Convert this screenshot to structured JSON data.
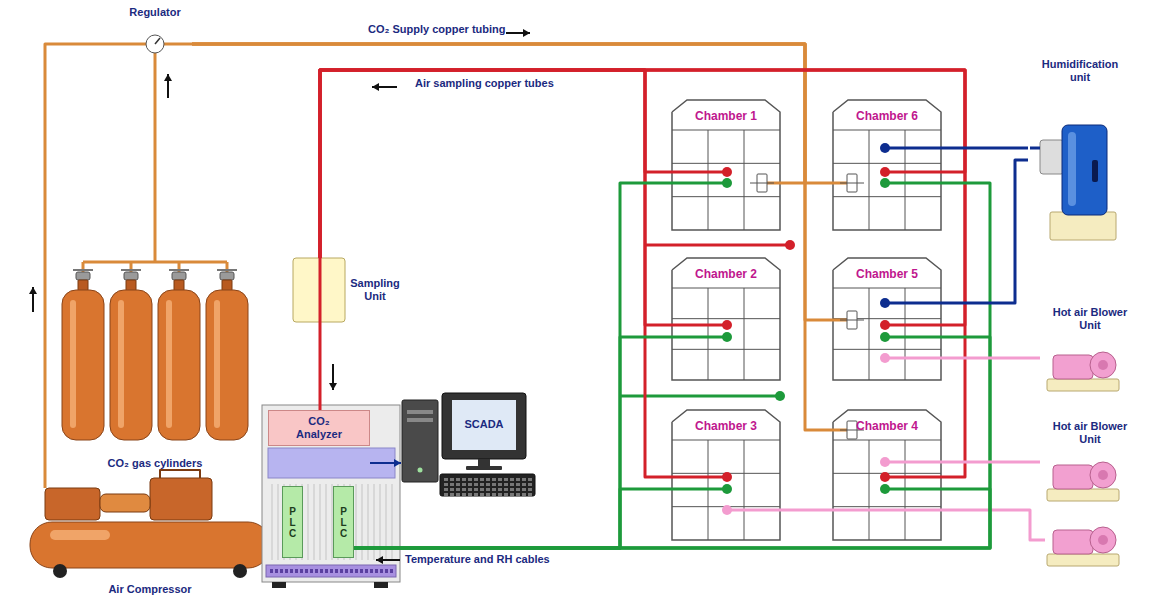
{
  "diagram": {
    "nodes": [
      {
        "text": [
          "Regulator"
        ]
      },
      {
        "text": [
          "Sampling Unit"
        ]
      },
      {
        "text": [
          "CO₂ gas cylinders"
        ]
      },
      {
        "text": [
          "CO₂ Analyzer"
        ]
      },
      {
        "text": [
          "PLC"
        ]
      },
      {
        "text": [
          "PLC"
        ]
      },
      {
        "text": [
          "SCADA"
        ]
      },
      {
        "text": [
          "Air Compressor"
        ]
      },
      {
        "text": [
          "Chamber 1"
        ]
      },
      {
        "text": [
          "Chamber 6"
        ]
      },
      {
        "text": [
          "Chamber 2"
        ]
      },
      {
        "text": [
          "Chamber 5"
        ]
      },
      {
        "text": [
          "Chamber 3"
        ]
      },
      {
        "text": [
          "Chamber 4"
        ]
      },
      {
        "text": [
          "Humidification unit"
        ]
      },
      {
        "text": [
          "Hot air Blower Unit"
        ]
      },
      {
        "text": [
          "Hot air Blower Unit"
        ]
      }
    ],
    "edges": [
      {
        "from": 2,
        "to": 0,
        "arrow": "none"
      },
      {
        "from": 7,
        "to": 0,
        "arrow": "none"
      },
      {
        "from": 0,
        "to": 8,
        "arrow": "none"
      },
      {
        "from": 0,
        "to": 9,
        "arrow": "none"
      },
      {
        "from": 0,
        "to": 11,
        "arrow": "none"
      },
      {
        "from": 0,
        "to": 13,
        "arrow": "none"
      },
      {
        "from": 8,
        "to": 1,
        "arrow": "none"
      },
      {
        "from": 9,
        "to": 1,
        "arrow": "none"
      },
      {
        "from": 10,
        "to": 1,
        "arrow": "none"
      },
      {
        "from": 11,
        "to": 1,
        "arrow": "none"
      },
      {
        "from": 12,
        "to": 1,
        "arrow": "none"
      },
      {
        "from": 13,
        "to": 1,
        "arrow": "none"
      },
      {
        "from": 1,
        "to": 3,
        "arrow": "none"
      },
      {
        "from": 8,
        "to": 5,
        "arrow": "none"
      },
      {
        "from": 9,
        "to": 5,
        "arrow": "none"
      },
      {
        "from": 10,
        "to": 5,
        "arrow": "none"
      },
      {
        "from": 11,
        "to": 5,
        "arrow": "none"
      },
      {
        "from": 12,
        "to": 5,
        "arrow": "none"
      },
      {
        "from": 13,
        "to": 5,
        "arrow": "none"
      },
      {
        "from": 14,
        "to": 9,
        "arrow": "none"
      },
      {
        "from": 14,
        "to": 11,
        "arrow": "none"
      },
      {
        "from": 15,
        "to": 11,
        "arrow": "none"
      },
      {
        "from": 16,
        "to": 13,
        "arrow": "none"
      }
    ],
    "labels": [
      "CO₂ Supply copper tubing",
      "Air sampling copper tubes",
      "Temperature and RH cables"
    ]
  }
}
